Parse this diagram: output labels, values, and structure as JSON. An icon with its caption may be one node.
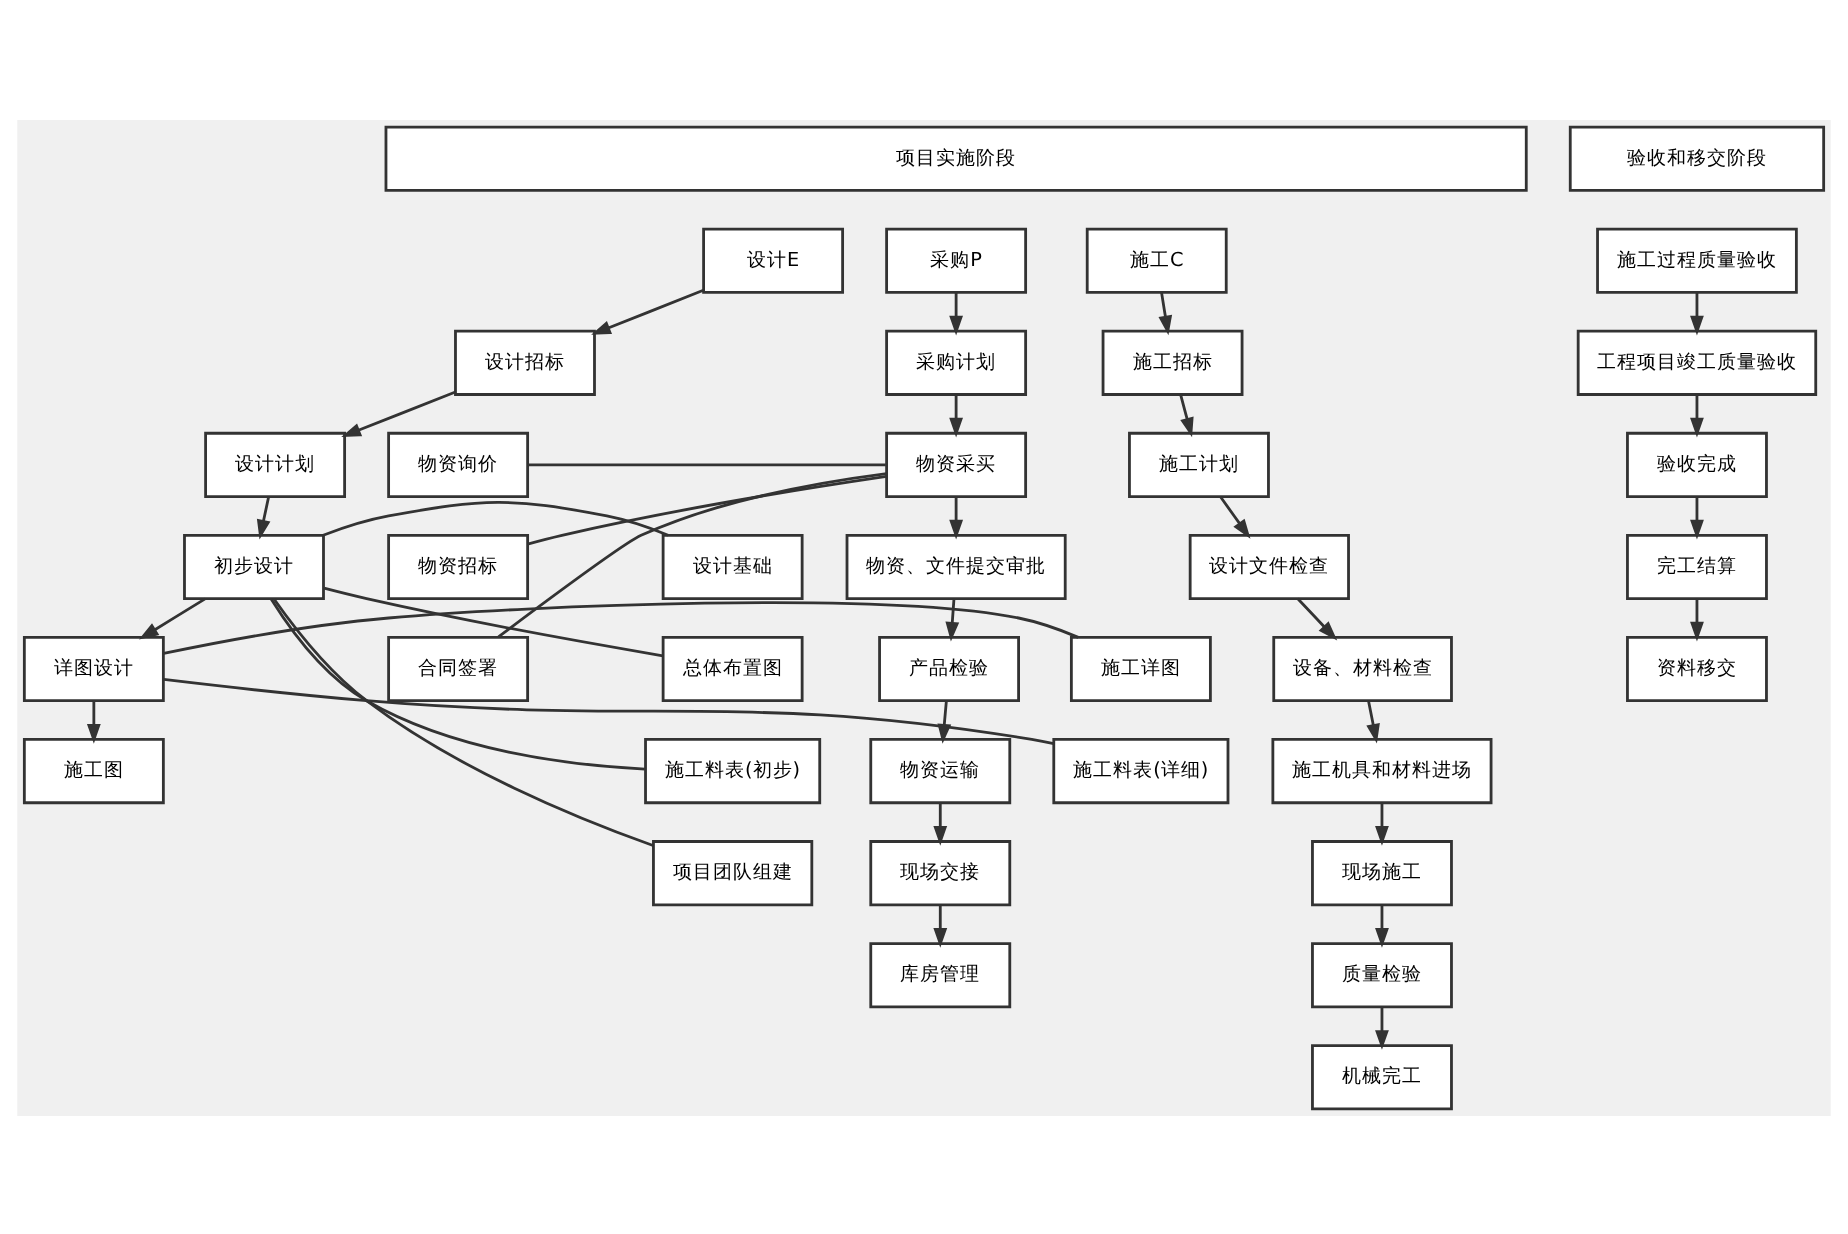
{
  "diagram": {
    "nodes": [
      {
        "text": [
          "项目实施阶段"
        ]
      },
      {
        "text": [
          "验收和移交阶段"
        ]
      },
      {
        "text": [
          "设计E"
        ]
      },
      {
        "text": [
          "设计招标"
        ]
      },
      {
        "text": [
          "设计计划"
        ]
      },
      {
        "text": [
          "初步设计"
        ]
      },
      {
        "text": [
          "设计基础"
        ]
      },
      {
        "text": [
          "总体布置图"
        ]
      },
      {
        "text": [
          "施工料表(初步)"
        ]
      },
      {
        "text": [
          "项目团队组建"
        ]
      },
      {
        "text": [
          "详图设计"
        ]
      },
      {
        "text": [
          "施工详图"
        ]
      },
      {
        "text": [
          "施工料表(详细)"
        ]
      },
      {
        "text": [
          "施工图"
        ]
      },
      {
        "text": [
          "采购P"
        ]
      },
      {
        "text": [
          "采购计划"
        ]
      },
      {
        "text": [
          "物资采买"
        ]
      },
      {
        "text": [
          "物资询价"
        ]
      },
      {
        "text": [
          "物资招标"
        ]
      },
      {
        "text": [
          "合同签署"
        ]
      },
      {
        "text": [
          "物资、文件提交审批"
        ]
      },
      {
        "text": [
          "产品检验"
        ]
      },
      {
        "text": [
          "物资运输"
        ]
      },
      {
        "text": [
          "现场交接"
        ]
      },
      {
        "text": [
          "库房管理"
        ]
      },
      {
        "text": [
          "施工C"
        ]
      },
      {
        "text": [
          "施工招标"
        ]
      },
      {
        "text": [
          "施工计划"
        ]
      },
      {
        "text": [
          "设计文件检查"
        ]
      },
      {
        "text": [
          "设备、材料检查"
        ]
      },
      {
        "text": [
          "施工机具和材料进场"
        ]
      },
      {
        "text": [
          "现场施工"
        ]
      },
      {
        "text": [
          "质量检验"
        ]
      },
      {
        "text": [
          "机械完工"
        ]
      },
      {
        "text": [
          "施工过程质量验收"
        ]
      },
      {
        "text": [
          "工程项目竣工质量验收"
        ]
      },
      {
        "text": [
          "验收完成"
        ]
      },
      {
        "text": [
          "完工结算"
        ]
      },
      {
        "text": [
          "资料移交"
        ]
      }
    ],
    "edges": [
      {
        "from": 2,
        "to": 3,
        "arrow": "to"
      },
      {
        "from": 3,
        "to": 4,
        "arrow": "to"
      },
      {
        "from": 4,
        "to": 5,
        "arrow": "to"
      },
      {
        "from": 5,
        "to": 6,
        "arrow": "none"
      },
      {
        "from": 5,
        "to": 7,
        "arrow": "none"
      },
      {
        "from": 5,
        "to": 8,
        "arrow": "none"
      },
      {
        "from": 5,
        "to": 9,
        "arrow": "none"
      },
      {
        "from": 5,
        "to": 10,
        "arrow": "to"
      },
      {
        "from": 10,
        "to": 11,
        "arrow": "none"
      },
      {
        "from": 10,
        "to": 12,
        "arrow": "none"
      },
      {
        "from": 10,
        "to": 13,
        "arrow": "to"
      },
      {
        "from": 14,
        "to": 15,
        "arrow": "to"
      },
      {
        "from": 15,
        "to": 16,
        "arrow": "to"
      },
      {
        "from": 16,
        "to": 17,
        "arrow": "none"
      },
      {
        "from": 16,
        "to": 18,
        "arrow": "none"
      },
      {
        "from": 16,
        "to": 19,
        "arrow": "none"
      },
      {
        "from": 16,
        "to": 20,
        "arrow": "to"
      },
      {
        "from": 20,
        "to": 21,
        "arrow": "to"
      },
      {
        "from": 21,
        "to": 22,
        "arrow": "to"
      },
      {
        "from": 22,
        "to": 23,
        "arrow": "to"
      },
      {
        "from": 23,
        "to": 24,
        "arrow": "to"
      },
      {
        "from": 25,
        "to": 26,
        "arrow": "to"
      },
      {
        "from": 26,
        "to": 27,
        "arrow": "to"
      },
      {
        "from": 27,
        "to": 28,
        "arrow": "to"
      },
      {
        "from": 28,
        "to": 29,
        "arrow": "to"
      },
      {
        "from": 29,
        "to": 30,
        "arrow": "to"
      },
      {
        "from": 30,
        "to": 31,
        "arrow": "to"
      },
      {
        "from": 31,
        "to": 32,
        "arrow": "to"
      },
      {
        "from": 32,
        "to": 33,
        "arrow": "to"
      },
      {
        "from": 34,
        "to": 35,
        "arrow": "to"
      },
      {
        "from": 35,
        "to": 36,
        "arrow": "to"
      },
      {
        "from": 36,
        "to": 37,
        "arrow": "to"
      },
      {
        "from": 37,
        "to": 38,
        "arrow": "to"
      }
    ]
  }
}
